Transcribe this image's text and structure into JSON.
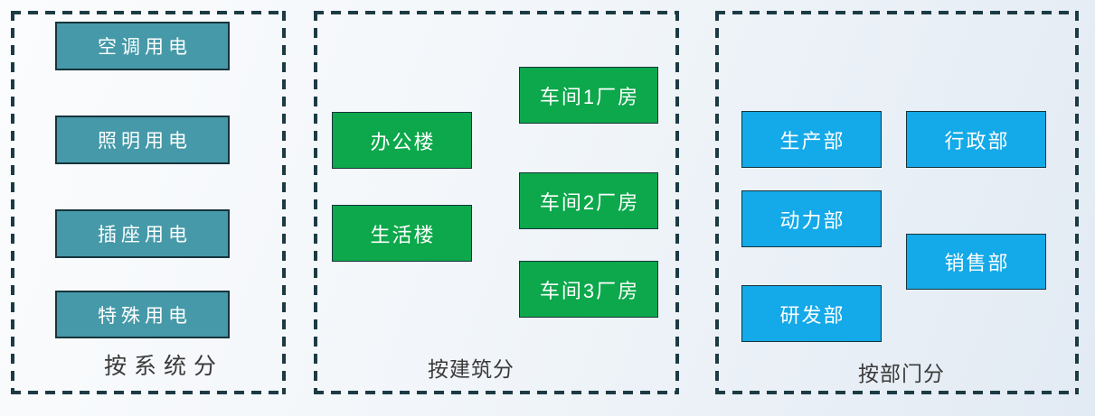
{
  "colors": {
    "bg-start": "#fbfcfd",
    "bg-mid": "#f2f6fa",
    "bg-end": "#e2eaf3",
    "panel-border": "#1c3b44",
    "node-border": "#16343d",
    "node-text": "#ffffff",
    "label-text": "#3a3a3a",
    "teal": "#4599a8",
    "green": "#0ca84b",
    "blue": "#14a9e8"
  },
  "panels": [
    {
      "caption": "按系统分",
      "color_name": "teal",
      "boxes": [
        "空调用电",
        "照明用电",
        "插座用电",
        "特殊用电"
      ]
    },
    {
      "caption": "按建筑分",
      "color_name": "green",
      "boxes": [
        "办公楼",
        "生活楼",
        "车间1厂房",
        "车间2厂房",
        "车间3厂房"
      ]
    },
    {
      "caption": "按部门分",
      "color_name": "blue",
      "boxes": [
        "生产部",
        "行政部",
        "动力部",
        "销售部",
        "研发部"
      ]
    }
  ]
}
